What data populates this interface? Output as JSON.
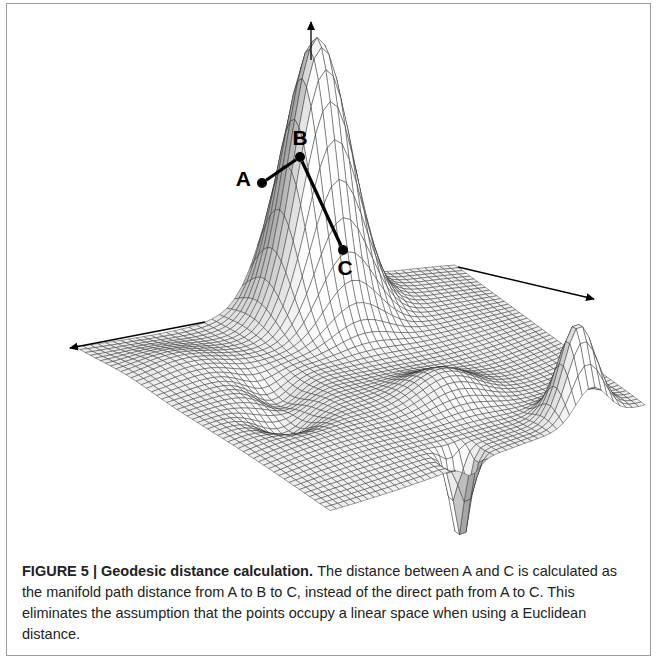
{
  "diagram": {
    "title": "FIGURE 5 | Geodesic distance calculation.",
    "caption": "The distance between A and C is calculated as the manifold path distance from A to B to C, instead of the direct path from A to C. This eliminates the assumption that the points occupy a linear space when using a Euclidean distance.",
    "nodes": [
      {
        "text": [
          "A"
        ]
      },
      {
        "text": [
          "B"
        ]
      },
      {
        "text": [
          "C"
        ]
      }
    ],
    "edges": [
      {
        "from": 0,
        "to": 1,
        "arrow": "none"
      },
      {
        "from": 1,
        "to": 2,
        "arrow": "none"
      }
    ]
  }
}
